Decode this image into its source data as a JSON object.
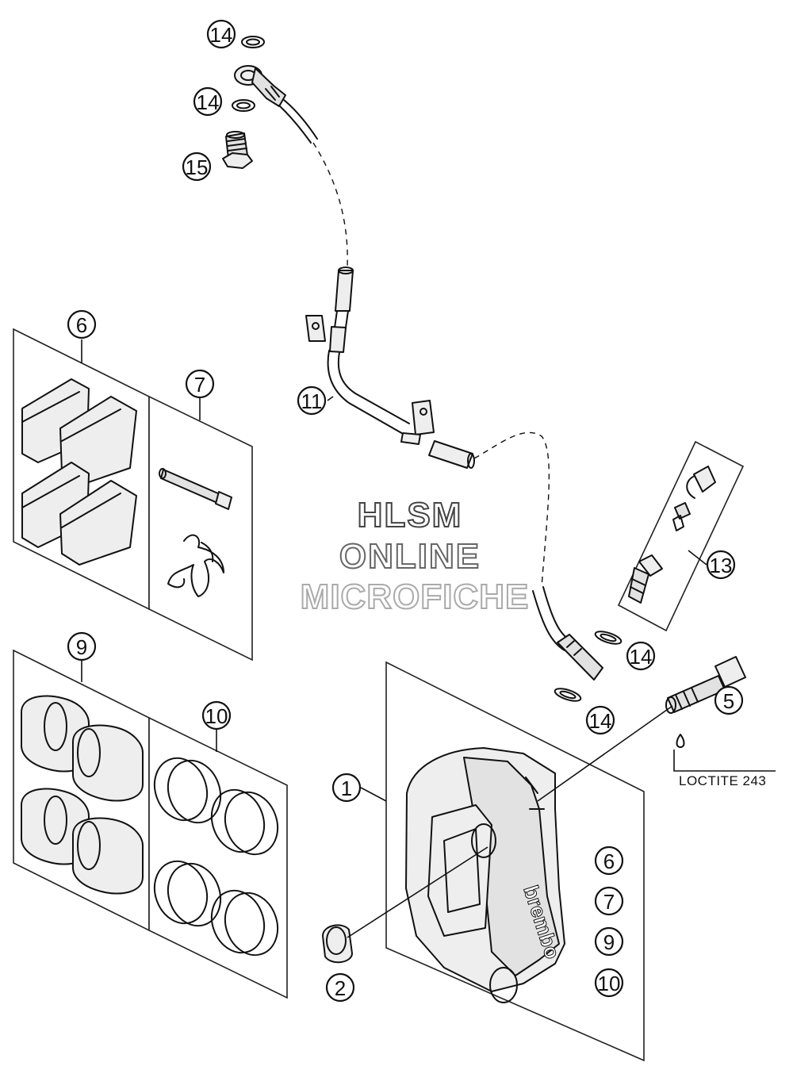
{
  "callouts": [
    {
      "id": "c14a",
      "label": "14"
    },
    {
      "id": "c14b",
      "label": "14"
    },
    {
      "id": "c15",
      "label": "15"
    },
    {
      "id": "c11",
      "label": "11"
    },
    {
      "id": "c6a",
      "label": "6"
    },
    {
      "id": "c7a",
      "label": "7"
    },
    {
      "id": "c13",
      "label": "13"
    },
    {
      "id": "c14c",
      "label": "14"
    },
    {
      "id": "c14d",
      "label": "14"
    },
    {
      "id": "c5",
      "label": "5"
    },
    {
      "id": "c9a",
      "label": "9"
    },
    {
      "id": "c10a",
      "label": "10"
    },
    {
      "id": "c1",
      "label": "1"
    },
    {
      "id": "c2",
      "label": "2"
    },
    {
      "id": "c6b",
      "label": "6"
    },
    {
      "id": "c7b",
      "label": "7"
    },
    {
      "id": "c9b",
      "label": "9"
    },
    {
      "id": "c10b",
      "label": "10"
    }
  ],
  "note": {
    "text": "LOCTITE 243"
  },
  "watermark": {
    "line1": "HLSM",
    "line2": "ONLINE",
    "line3": "MICROFICHE"
  },
  "caliper_brand": "brembo"
}
